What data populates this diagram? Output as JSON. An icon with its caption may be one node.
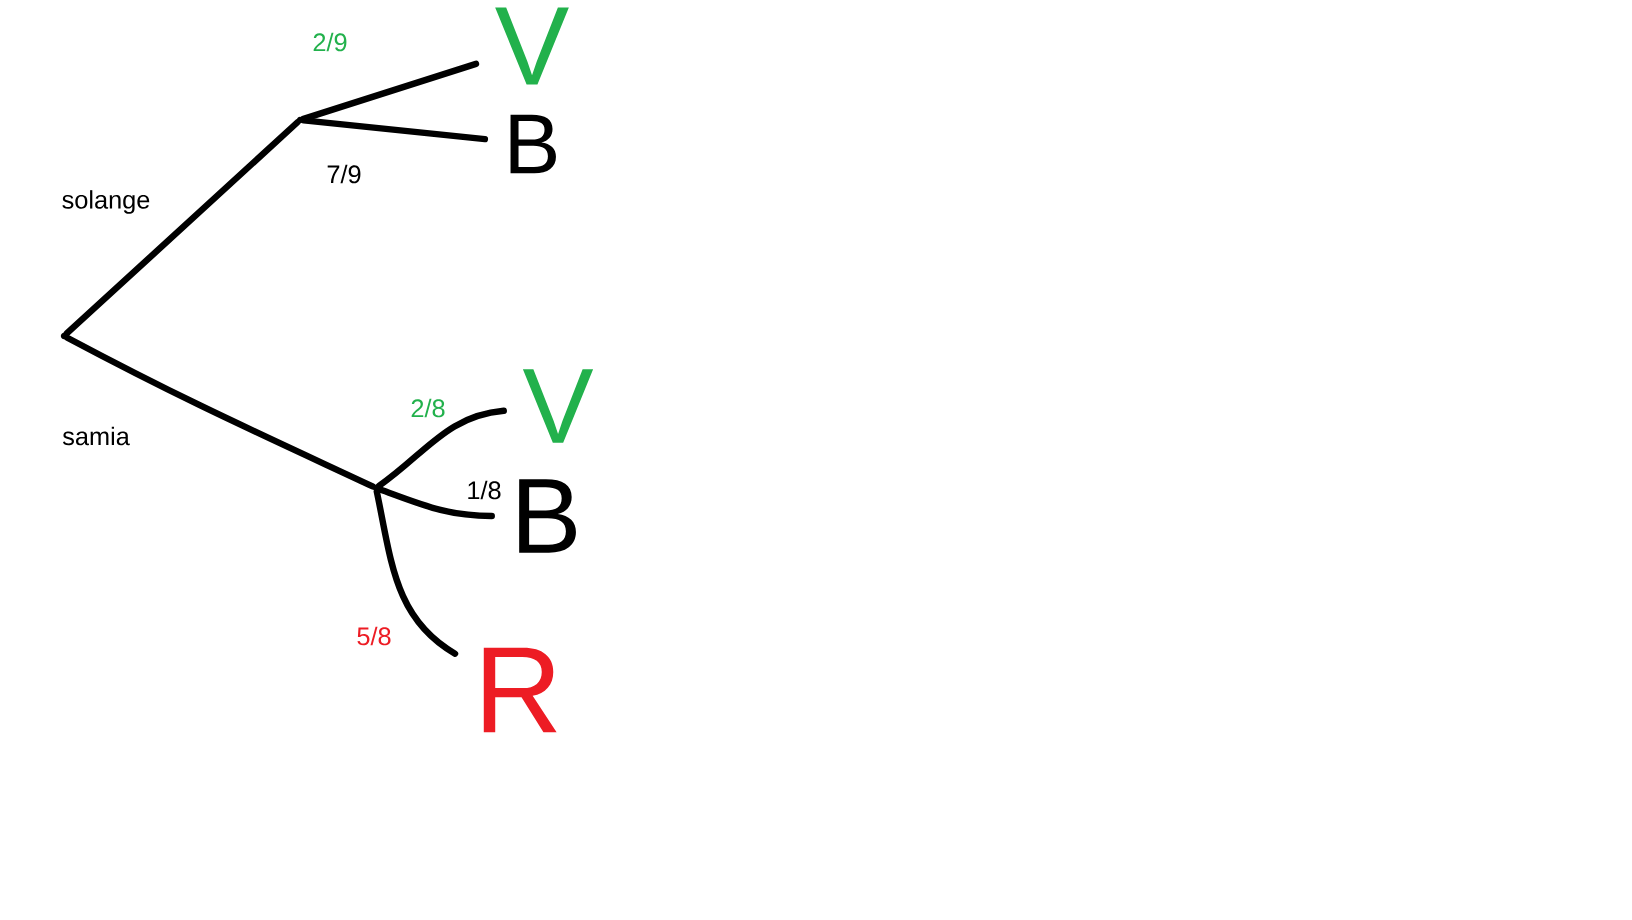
{
  "diagram": {
    "nodes": [
      {
        "text": [],
        "shape": "dot"
      },
      {
        "text": [],
        "shape": "dot"
      },
      {
        "text": [],
        "shape": "dot"
      },
      {
        "text": [
          "V"
        ]
      },
      {
        "text": [
          "B"
        ]
      },
      {
        "text": [
          "V"
        ]
      },
      {
        "text": [
          "B"
        ]
      },
      {
        "text": [
          "R"
        ]
      }
    ],
    "edges": [
      {
        "from": 0,
        "to": 1,
        "arrow": "none",
        "label": "solange"
      },
      {
        "from": 0,
        "to": 2,
        "arrow": "none",
        "label": "samia"
      },
      {
        "from": 1,
        "to": 3,
        "arrow": "none",
        "label": "2/9"
      },
      {
        "from": 1,
        "to": 4,
        "arrow": "none",
        "label": "7/9"
      },
      {
        "from": 2,
        "to": 5,
        "arrow": "none",
        "label": "2/8"
      },
      {
        "from": 2,
        "to": 6,
        "arrow": "none",
        "label": "1/8"
      },
      {
        "from": 2,
        "to": 7,
        "arrow": "none",
        "label": "5/8"
      }
    ]
  }
}
